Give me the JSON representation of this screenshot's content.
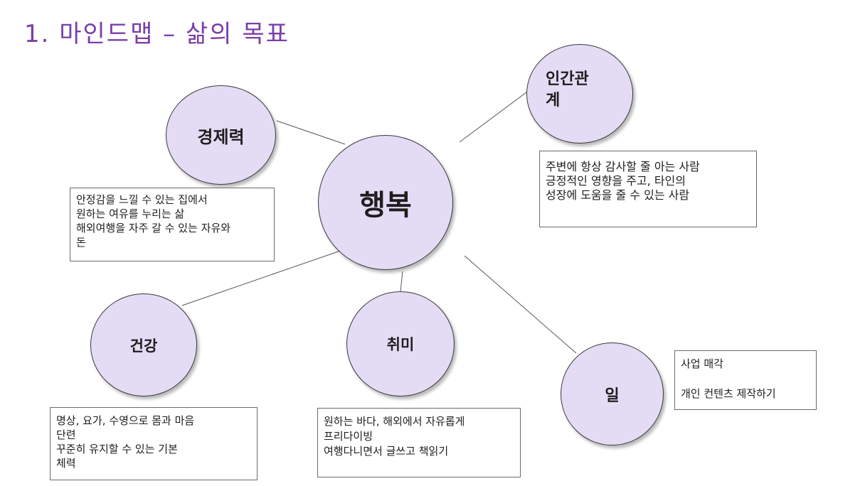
{
  "title": "1. 마인드맵 – 삶의 목표",
  "center": {
    "label": "행복"
  },
  "branches": {
    "economy": {
      "label": "경제력",
      "notes": [
        "안정감을 느낄 수 있는 집에서",
        "원하는 여유를 누리는 삶",
        "해외여행을 자주 갈 수 있는 자유와",
        "돈"
      ]
    },
    "relations": {
      "label_lines": [
        "인간관",
        "계"
      ],
      "notes": [
        "주변에 항상 감사할 줄 아는 사람",
        "긍정적인 영향을 주고, 타인의",
        "성장에 도움을 줄 수 있는 사람"
      ]
    },
    "health": {
      "label": "건강",
      "notes": [
        "명상, 요가, 수영으로 몸과 마음",
        "단련",
        "꾸준히 유지할 수 있는 기본",
        "체력"
      ]
    },
    "hobby": {
      "label": "취미",
      "notes": [
        "원하는 바다, 해외에서 자유롭게",
        "프리다이빙",
        "여행다니면서 글쓰고 책읽기"
      ]
    },
    "work": {
      "label": "일",
      "notes": [
        "사업 매각",
        "",
        "개인 컨텐츠 제작하기"
      ]
    }
  },
  "colors": {
    "title": "#7a3fa8",
    "node_fill": "#e4dcf5",
    "node_border": "#3a3a3a",
    "line": "#555555"
  }
}
